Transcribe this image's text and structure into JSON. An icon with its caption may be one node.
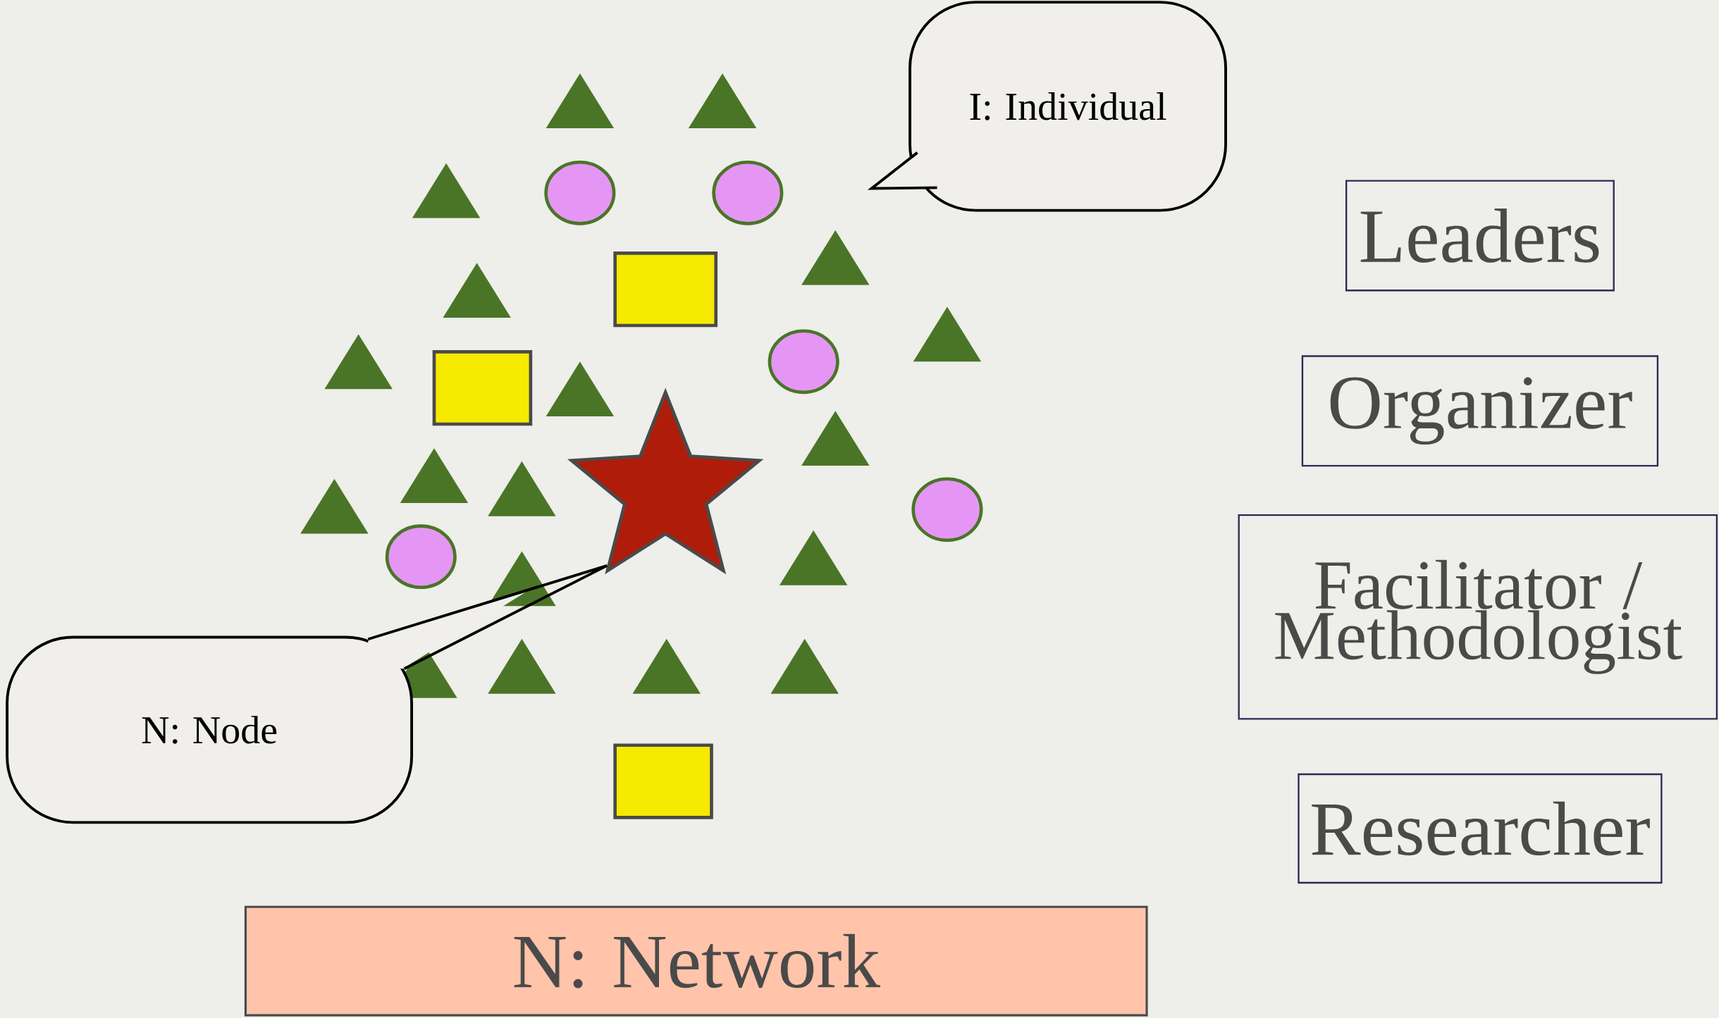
{
  "diagram": {
    "nodes": [
      {
        "text": [
          "I: Individual"
        ]
      },
      {
        "text": [
          "N: Node"
        ]
      },
      {
        "text": [],
        "shape": "star"
      },
      {
        "text": [
          "Leaders"
        ]
      },
      {
        "text": [
          "Organizer"
        ]
      },
      {
        "text": [
          "Facilitator / Methodologist"
        ]
      },
      {
        "text": [
          "Researcher"
        ]
      },
      {
        "text": [
          "N: Network"
        ]
      }
    ],
    "edges": [
      {
        "from": 1,
        "to": 2,
        "arrow": "none"
      }
    ]
  }
}
